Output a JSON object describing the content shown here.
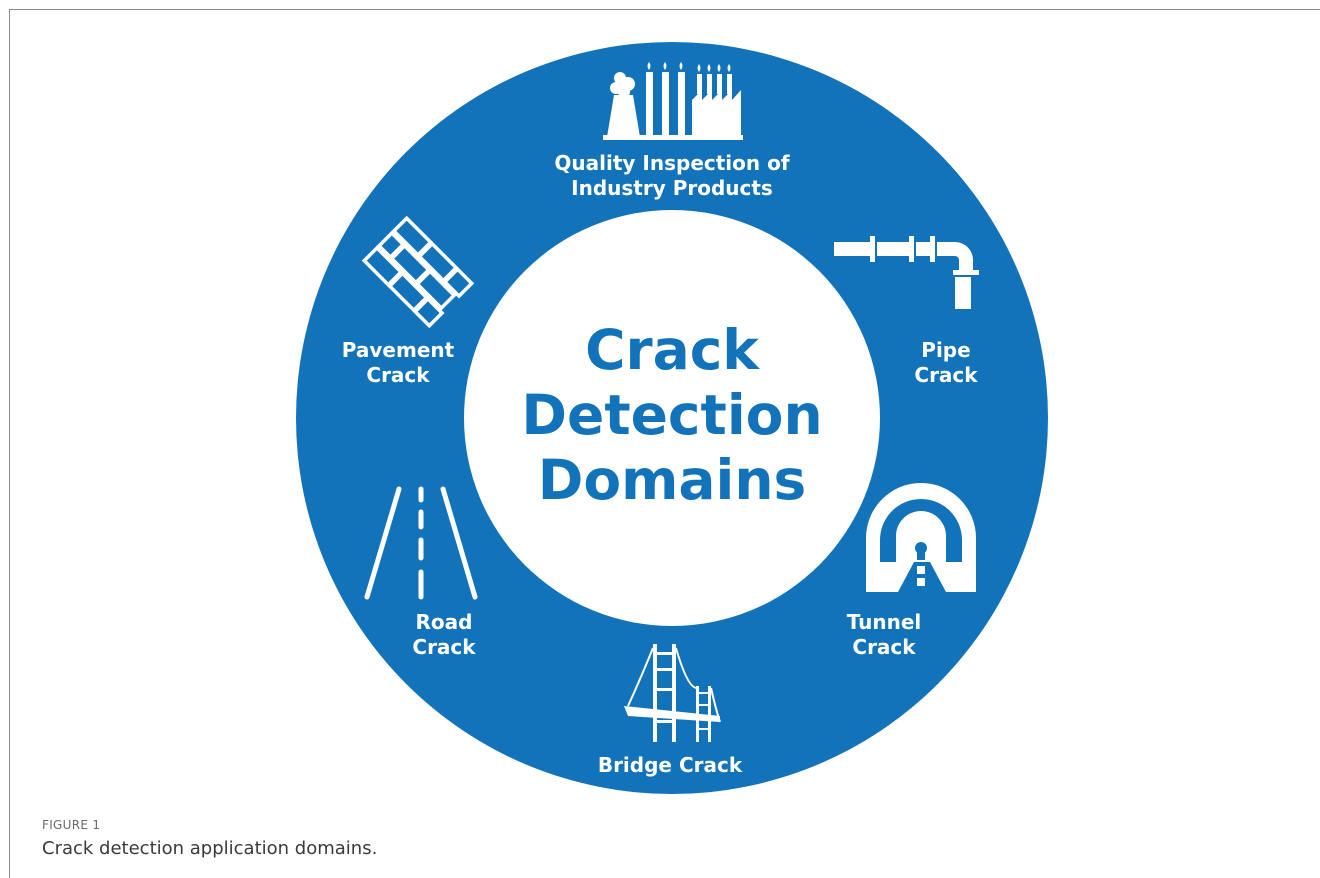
{
  "figure": {
    "kicker": "FIGURE 1",
    "caption": "Crack detection application domains."
  },
  "center": {
    "line1": "Crack",
    "line2": "Detection",
    "line3": "Domains"
  },
  "domains": {
    "industry": {
      "line1": "Quality Inspection of",
      "line2": "Industry Products",
      "icon": "factory-icon"
    },
    "pipe": {
      "line1": "Pipe",
      "line2": "Crack",
      "icon": "pipe-icon"
    },
    "tunnel": {
      "line1": "Tunnel",
      "line2": "Crack",
      "icon": "tunnel-icon"
    },
    "bridge": {
      "line1": "Bridge Crack",
      "icon": "bridge-icon"
    },
    "road": {
      "line1": "Road",
      "line2": "Crack",
      "icon": "road-icon"
    },
    "pavement": {
      "line1": "Pavement",
      "line2": "Crack",
      "icon": "pavement-icon"
    }
  },
  "colors": {
    "ring": "#1373ba",
    "inner": "#ffffff",
    "title": "#1373ba"
  }
}
